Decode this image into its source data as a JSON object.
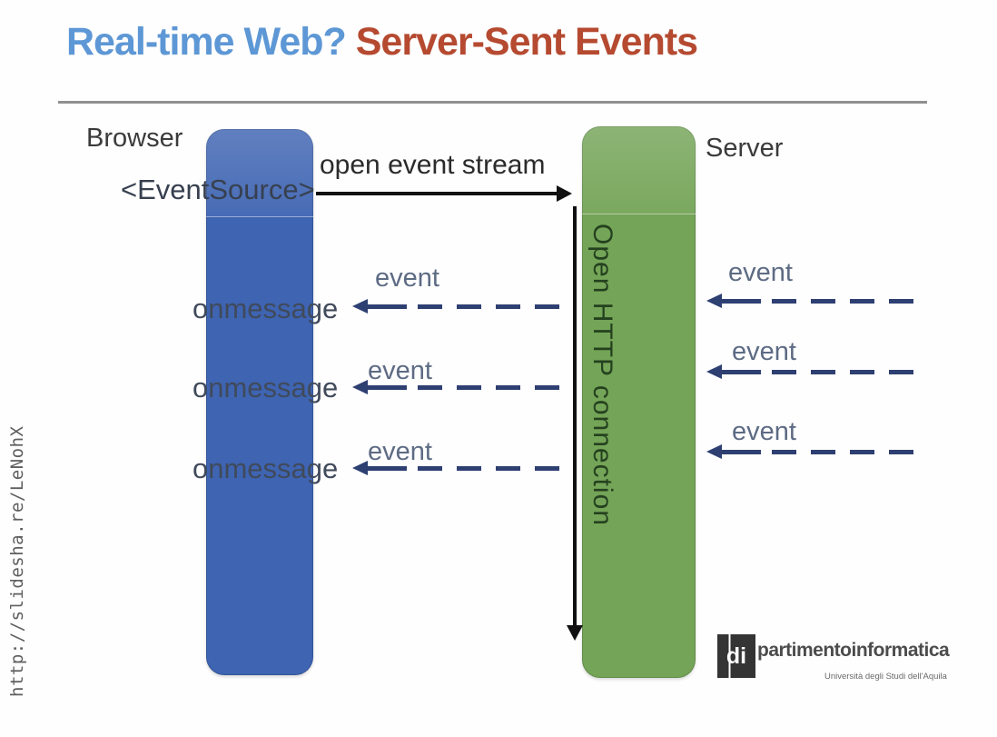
{
  "title": {
    "blue_text": "Real-time Web?",
    "red_text": "Server-Sent Events"
  },
  "watermark": {
    "url": "http://slidesha.re/LeNohX"
  },
  "diagram": {
    "browser_label": "Browser",
    "server_label": "Server",
    "eventsource_label": "<EventSource>",
    "open_stream_label": "open event stream",
    "http_connection_label": "Open HTTP connection",
    "left_messages": [
      {
        "event_label": "event",
        "handler_label": "onmessage"
      },
      {
        "event_label": "event",
        "handler_label": "onmessage"
      },
      {
        "event_label": "event",
        "handler_label": "onmessage"
      }
    ],
    "right_messages": [
      {
        "event_label": "event"
      },
      {
        "event_label": "event"
      },
      {
        "event_label": "event"
      }
    ]
  },
  "colors": {
    "title_blue": "#5d97d5",
    "title_red": "#b54a31",
    "browser_bar": "#3e64b2",
    "server_bar": "#74a457",
    "arrow_navy": "#2e3f72",
    "solid_arrow": "#111111"
  },
  "footer": {
    "logo_mark": "di",
    "logo_name": "partimentoinformatica",
    "logo_subtitle": "Università degli Studi dell'Aquila"
  }
}
